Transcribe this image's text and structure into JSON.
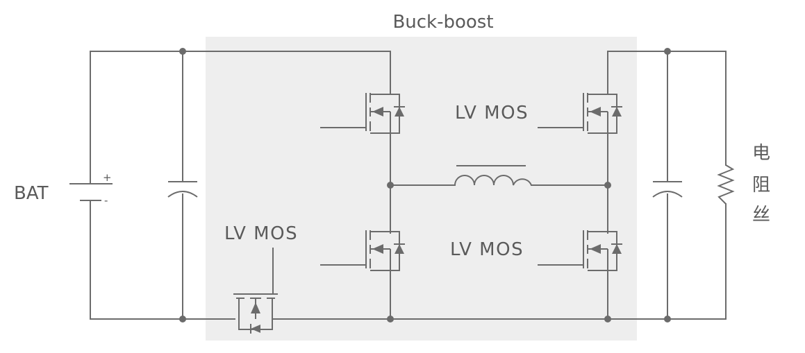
{
  "diagram": {
    "title": "Buck-boost",
    "battery": {
      "label": "BAT",
      "plus": "+",
      "minus": "-"
    },
    "mos_labels": {
      "top_right": "LV MOS",
      "middle_right": "LV MOS",
      "protection": "LV MOS"
    },
    "load_label": [
      "电",
      "阻",
      "丝"
    ],
    "colors": {
      "wire": "#6b6b6b",
      "buck_boost_region": "#eeeeee",
      "text": "#5a5a5a"
    }
  }
}
